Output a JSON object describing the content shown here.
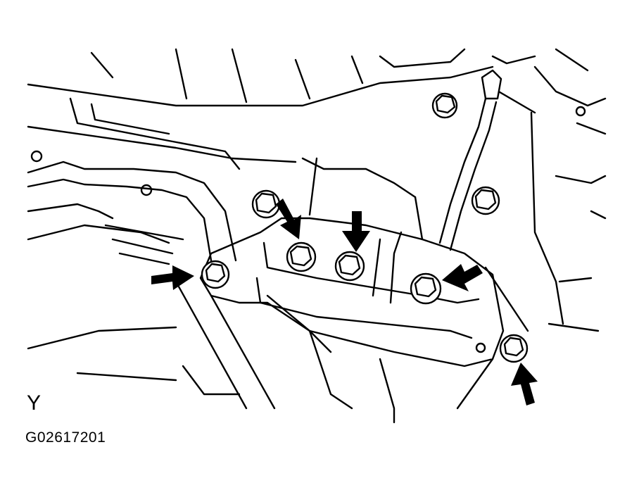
{
  "view_label": "Y",
  "figure_code": "G02617201",
  "callouts": [
    {
      "icon": "arrow-icon",
      "points_to": "bolt"
    },
    {
      "icon": "arrow-icon",
      "points_to": "bolt"
    },
    {
      "icon": "arrow-icon",
      "points_to": "bolt"
    },
    {
      "icon": "arrow-icon",
      "points_to": "bolt"
    },
    {
      "icon": "arrow-icon",
      "points_to": "bolt"
    }
  ]
}
